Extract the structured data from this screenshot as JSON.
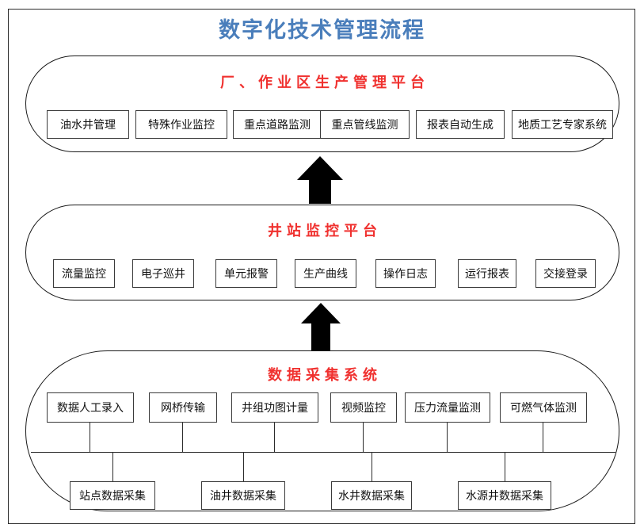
{
  "page": {
    "title": "数字化技术管理流程",
    "title_color": "#4a7ebb",
    "heading_color": "#f0312f",
    "background": "#ffffff"
  },
  "sections": [
    {
      "id": "platform",
      "heading": "厂、作业区生产管理平台",
      "items": [
        {
          "label": "油水井管理"
        },
        {
          "label": "特殊作业监控"
        },
        {
          "label": "重点道路监测"
        },
        {
          "label": "重点管线监测"
        },
        {
          "label": "报表自动生成"
        },
        {
          "label": "地质工艺专家系统"
        }
      ]
    },
    {
      "id": "wellstation",
      "heading": "井站监控平台",
      "items": [
        {
          "label": "流量监控"
        },
        {
          "label": "电子巡井"
        },
        {
          "label": "单元报警"
        },
        {
          "label": "生产曲线"
        },
        {
          "label": "操作日志"
        },
        {
          "label": "运行报表"
        },
        {
          "label": "交接登录"
        }
      ]
    },
    {
      "id": "acquisition",
      "heading": "数据采集系统",
      "items": [
        {
          "label": "数据人工录入"
        },
        {
          "label": "网桥传输"
        },
        {
          "label": "井组功图计量"
        },
        {
          "label": "视频监控"
        },
        {
          "label": "压力流量监测"
        },
        {
          "label": "可燃气体监测"
        }
      ],
      "sources": [
        {
          "label": "站点数据采集"
        },
        {
          "label": "油井数据采集"
        },
        {
          "label": "水井数据采集"
        },
        {
          "label": "水源井数据采集"
        }
      ]
    }
  ],
  "arrows": [
    {
      "id": "arrow-upper",
      "direction": "up",
      "color": "#000000"
    },
    {
      "id": "arrow-lower",
      "direction": "up",
      "color": "#000000"
    }
  ]
}
